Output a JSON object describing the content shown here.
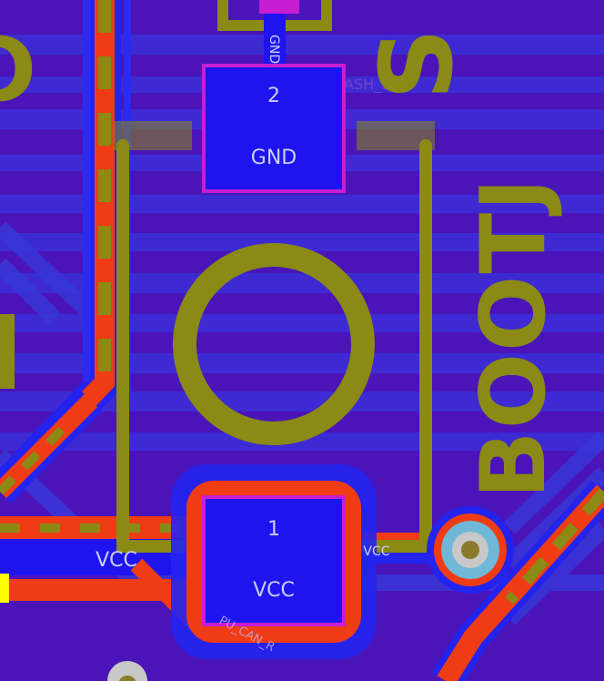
{
  "colors": {
    "background": "#4a14b8",
    "copper_blue": "#2323f0",
    "copper_blue_light": "#3b3bd8",
    "copper_red": "#f03c14",
    "silkscreen": "#8a8a14",
    "pad_outline": "#c81ed2",
    "pad_fill": "#1e14f0",
    "via_ring": "#6fb8d8",
    "via_hole": "#c8c8c8",
    "net_label": "#c8d0f0"
  },
  "pads": [
    {
      "number": "2",
      "net": "GND"
    },
    {
      "number": "1",
      "net": "VCC"
    }
  ],
  "trace_labels": {
    "gnd_vertical": "GND",
    "vcc_left": "VCC",
    "vcc_right": "VCC",
    "flash_partial": "ASH_SC",
    "can_partial": "PU_CAN_R"
  },
  "silkscreen_text": {
    "board_label": "BOOTJ",
    "top_right_partial": "S",
    "top_left_partial": "CE"
  }
}
